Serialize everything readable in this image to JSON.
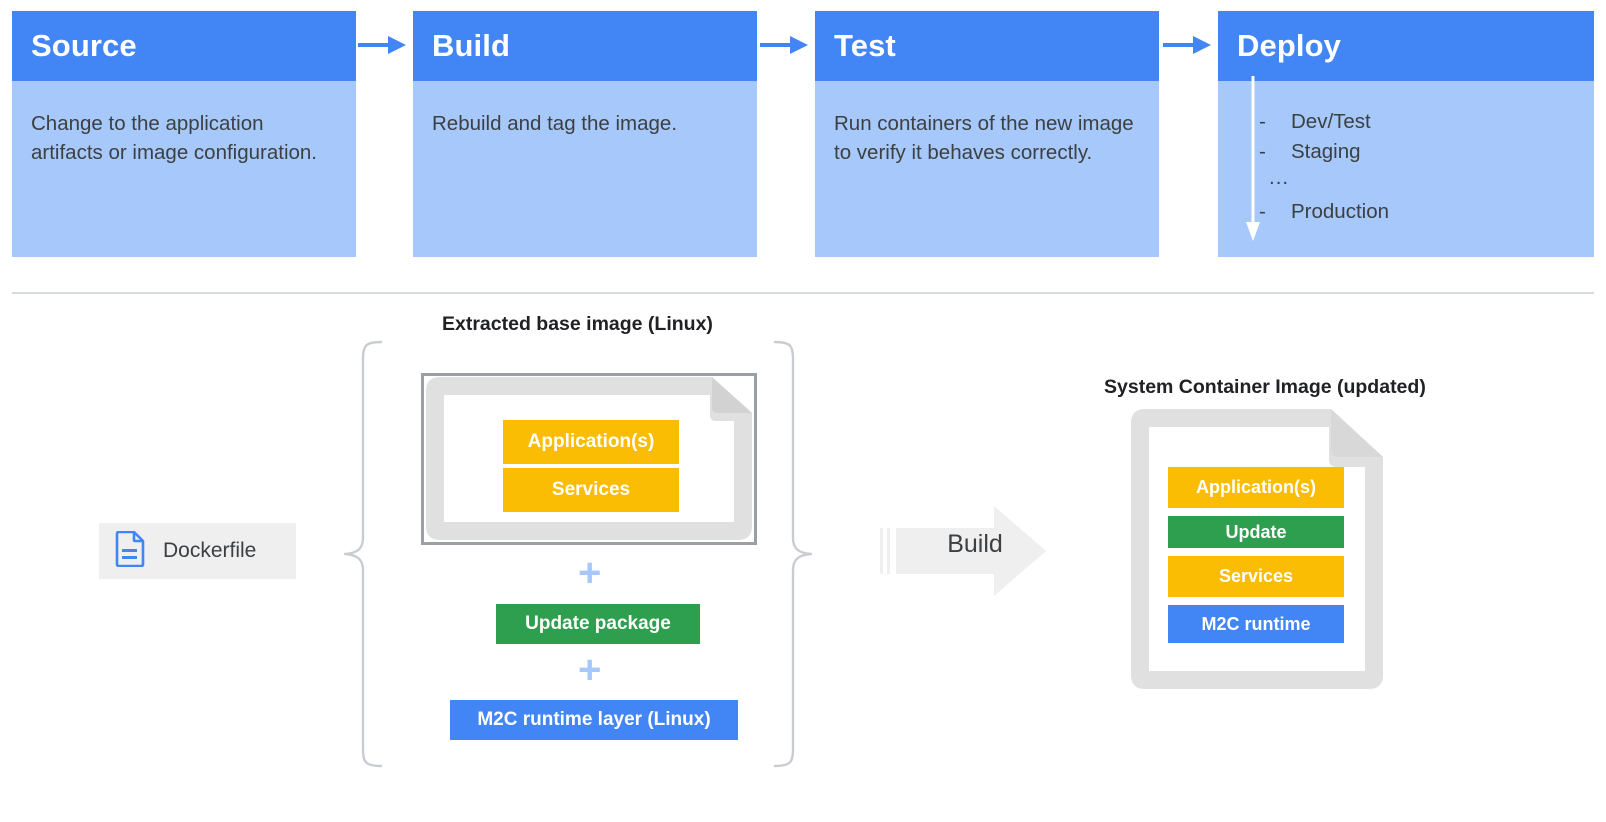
{
  "pipeline": {
    "stages": [
      {
        "title": "Source",
        "body": "Change to the application artifacts or image configuration."
      },
      {
        "title": "Build",
        "body": "Rebuild and tag the image."
      },
      {
        "title": "Test",
        "body": "Run containers of the new image to verify it behaves correctly."
      },
      {
        "title": "Deploy",
        "body": ""
      }
    ],
    "deploy_items": [
      {
        "dash": "-",
        "label": "Dev/Test"
      },
      {
        "dash": "-",
        "label": "Staging"
      },
      {
        "dash": "-",
        "label": "Production"
      }
    ],
    "deploy_ellipsis": "...",
    "arrow_icon": "arrow-right-icon",
    "deploy_flow_icon": "arrow-down-icon"
  },
  "build_flow": {
    "base_image_caption": "Extracted base image (Linux)",
    "system_image_caption": "System Container Image (updated)",
    "dockerfile": {
      "label": "Dockerfile",
      "icon": "document-icon"
    },
    "build_arrow_label": "Build",
    "plus_symbol": "+",
    "base_layers": [
      {
        "label": "Application(s)",
        "color": "#FBBC04"
      },
      {
        "label": "Services",
        "color": "#FBBC04"
      }
    ],
    "added_layers": [
      {
        "label": "Update package",
        "color": "#2E9E4F"
      },
      {
        "label": "M2C runtime layer (Linux)",
        "color": "#4285F4"
      }
    ],
    "system_layers": [
      {
        "label": "Application(s)",
        "color": "#FBBC04"
      },
      {
        "label": "Update",
        "color": "#2E9E4F"
      },
      {
        "label": "Services",
        "color": "#FBBC04"
      },
      {
        "label": "M2C runtime",
        "color": "#4285F4"
      }
    ]
  },
  "colors": {
    "header_blue": "#4285F4",
    "body_blue": "#A6C8FA",
    "orange": "#FBBC04",
    "green": "#2E9E4F",
    "blue": "#4285F4",
    "gray_doc": "#E0E0E0",
    "gray_frame": "#9AA0A6",
    "text_dark": "#3C4043",
    "chip_bg": "#EFEFEF"
  }
}
